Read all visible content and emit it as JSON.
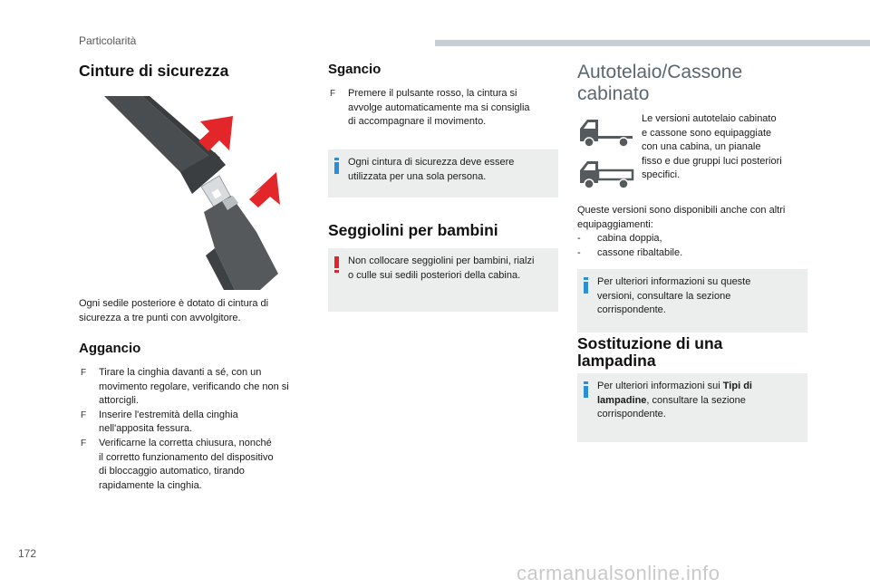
{
  "header": {
    "section": "Particolarità"
  },
  "page_number": "172",
  "watermark": "carmanualsonline.info",
  "col1": {
    "title": "Cinture di sicurezza",
    "intro": [
      "Ogni sedile posteriore è dotato di cintura di",
      "sicurezza a tre punti con avvolgitore."
    ],
    "aggancio_title": "Aggancio",
    "bullet_mark": "F",
    "bullets": [
      [
        "Tirare la cinghia davanti a sé, con un",
        "movimento regolare, verificando che non si",
        "attorcigli."
      ],
      [
        "Inserire l'estremità della cinghia",
        "nell'apposita fessura."
      ],
      [
        "Verificarne la corretta chiusura, nonché",
        "il corretto funzionamento del dispositivo",
        "di bloccaggio automatico, tirando",
        "rapidamente la cinghia."
      ]
    ]
  },
  "col2": {
    "sgancio_title": "Sgancio",
    "bullet_mark": "F",
    "sgancio_lines": [
      "Premere il pulsante rosso, la cintura si",
      "avvolge automaticamente ma si consiglia",
      "di accompagnare il movimento."
    ],
    "info_note": [
      "Ogni cintura di sicurezza deve essere",
      "utilizzata per una sola persona."
    ],
    "seggiolini_title": "Seggiolini per bambini",
    "warning_note": [
      "Non collocare seggiolini per bambini, rialzi",
      "o culle sui sedili posteriori della cabina."
    ]
  },
  "col3": {
    "title_lines": [
      "Autotelaio/Cassone",
      "cabinato"
    ],
    "truck_text": [
      "Le versioni autotelaio cabinato",
      "e cassone sono equipaggiate",
      "con una cabina, un pianale",
      "fisso e due gruppi luci posteriori",
      "specifici."
    ],
    "versions_lines": [
      "Queste versioni sono disponibili anche con altri",
      "equipaggiamenti:"
    ],
    "dash": "-",
    "versions_list": [
      "cabina doppia,",
      "cassone ribaltabile."
    ],
    "info_note": [
      "Per ulteriori informazioni su queste",
      "versioni, consultare la sezione",
      "corrispondente."
    ],
    "lamp_title_lines": [
      "Sostituzione di una",
      "lampadina"
    ],
    "lamp_note": {
      "prefix": "Per ulteriori informazioni sui ",
      "bold1": "Tipi di",
      "bold2": "lampadine",
      "suffix": ", consultare la sezione",
      "line3": "corrispondente."
    }
  },
  "colors": {
    "info_icon": "#2a8fd6",
    "warning_icon": "#e0262c",
    "arrow": "#e3262a",
    "note_bg": "#eceeee"
  }
}
